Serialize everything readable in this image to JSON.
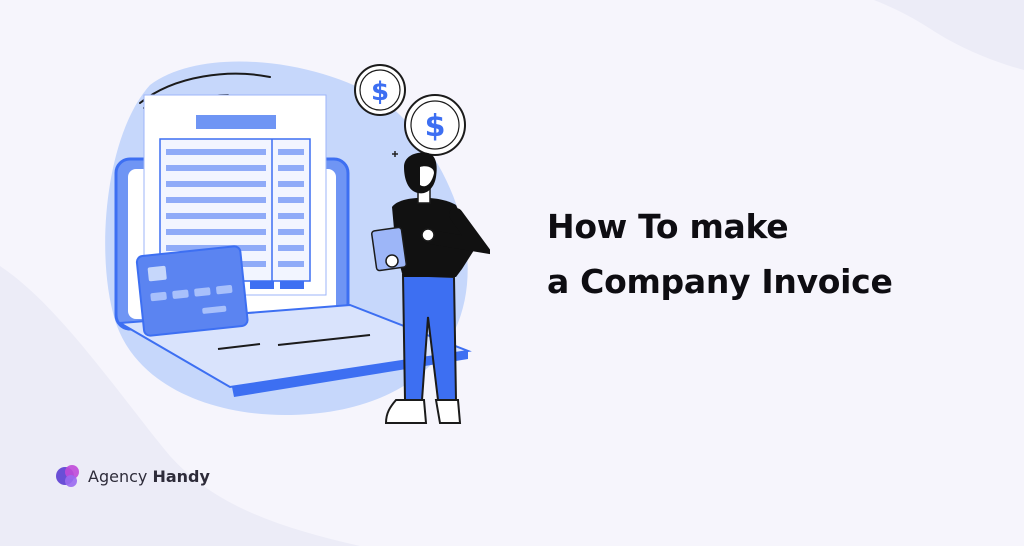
{
  "headline": {
    "line1": "How To make",
    "line2": "a Company Invoice"
  },
  "brand": {
    "name_regular": "Agency",
    "name_bold": "Handy",
    "logo_icon": "agency-handy-logo-icon"
  },
  "illustration": {
    "icons": [
      "dollar-coin-icon",
      "dollar-coin-icon",
      "credit-card-icon",
      "laptop-icon",
      "invoice-document-icon",
      "person-with-clipboard-icon",
      "sparkle-icon"
    ],
    "colors": {
      "blob": "#bfd3fb",
      "accent": "#3d6ff2",
      "light_accent": "#e3eaff",
      "ink": "#111111"
    }
  },
  "colors": {
    "background": "#f6f5fc",
    "background_shape": "#e8e8f6",
    "headline": "#0e0d12",
    "brand_purple": "#6a4fd6",
    "brand_pink": "#c04ad8"
  }
}
